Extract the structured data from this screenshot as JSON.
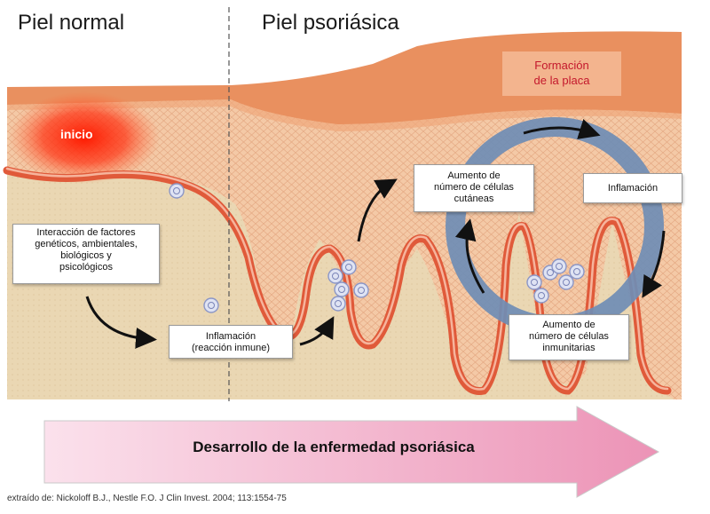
{
  "headings": {
    "normal_skin": "Piel normal",
    "psoriatic_skin": "Piel psoriásica"
  },
  "labels": {
    "start": "inicio",
    "plaque_formation": [
      "Formación",
      "de la placa"
    ],
    "interaction_factors": [
      "Interacción de factores",
      "genéticos, ambientales,",
      "biológicos y",
      "psicológicos"
    ],
    "inflammation_immune": [
      "Inflamación",
      "(reacción inmune)"
    ],
    "increase_skin_cells": [
      "Aumento de",
      "número de células",
      "cutáneas"
    ],
    "inflammation": "Inflamación",
    "increase_immune_cells": [
      "Aumento de",
      "número de células",
      "inmunitarias"
    ]
  },
  "banner": {
    "text": "Desarrollo de la enfermedad psoriásica"
  },
  "source": "extraído de: Nickoloff B.J., Nestle F.O. J Clin Invest. 2004; 113:1554-75",
  "colors": {
    "dermis": "#ead7b3",
    "epidermis": "#f4c9a6",
    "stratum_corneum": "#e9905f",
    "capillary": "#e05a3a",
    "cycle_ring": "#6f8db5",
    "banner_pink": "#f7c4d8",
    "plaque_text": "#c4182c"
  }
}
